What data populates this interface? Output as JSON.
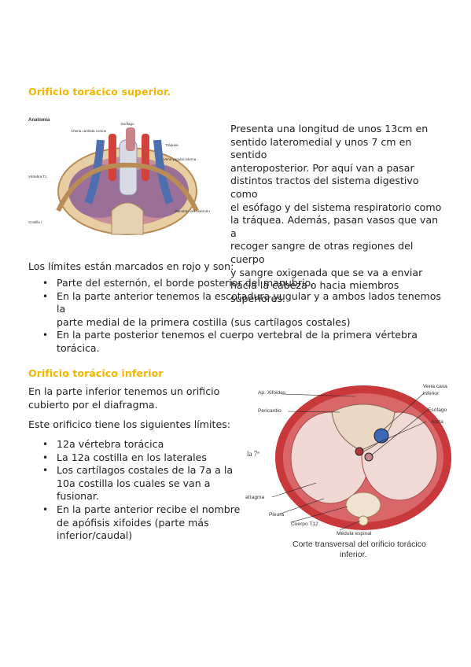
{
  "section1": {
    "heading": "Orificio torácico superior.",
    "description_lines": [
      "Presenta una longitud de unos 13cm en",
      "sentido lateromedial y unos 7 cm en sentido",
      "anteroposterior. Por aquí van a pasar",
      "distintos tractos del sistema digestivo como",
      "el esófago y del sistema respiratorio como",
      "la tráquea. Además, pasan vasos que van a",
      "recoger sangre de otras regiones del cuerpo",
      "y sangre oxigenada que se va a enviar",
      "hacia la cabeza o hacia miembros",
      "superiores."
    ],
    "limits_intro": "Los límites están marcados en rojo y son:",
    "bullets": [
      [
        "Parte del esternón, el borde posterior del manubrio."
      ],
      [
        "En la parte anterior tenemos la escotadura yugular y a ambos lados tenemos la",
        "parte medial de la primera costilla (sus cartílagos costales)"
      ],
      [
        "En la parte posterior tenemos el cuerpo vertebral de la primera vértebra",
        "torácica."
      ]
    ],
    "figure_labels": {
      "esofago": "Esófago",
      "traquea": "Tráquea",
      "vena_yugular": "Vena yugular interna",
      "arteria": "Arteria carótida común",
      "vertebra": "Vértebra T1",
      "costilla": "Costilla I",
      "manubrio": "Manubrio del esternón"
    }
  },
  "section2": {
    "heading": "Orificio torácico inferior",
    "intro_lines": [
      "En la parte inferior tenemos un orificio",
      "cubierto por el diafragma."
    ],
    "limits_intro": "Este orificico tiene los siguientes límites:",
    "bullets": [
      [
        "12a vértebra torácica"
      ],
      [
        "La 12a costilla en los laterales"
      ],
      [
        "Los cartílagos costales de la 7a a la",
        "10a costilla los cuales se van a",
        "fusionar."
      ],
      [
        "En la parte anterior recibe el nombre",
        "de apófisis xifoides (parte más",
        "inferior/caudal)"
      ]
    ],
    "figure_labels": {
      "xifoides": "Ap. Xifoides",
      "pericardio": "Pericardio",
      "vena_cava": "Vena cava",
      "vena_cava_2": "inferior",
      "esofago": "Esófago",
      "aorta": "Aorta",
      "la7": "la 7ª",
      "diafragma": "afragma",
      "pleura": "Pleura",
      "cuerpo": "Cuerpo T12",
      "medula": "Médula espinal",
      "caption1": "Corte transversal del orificio torácico",
      "caption2": "inferior."
    }
  }
}
